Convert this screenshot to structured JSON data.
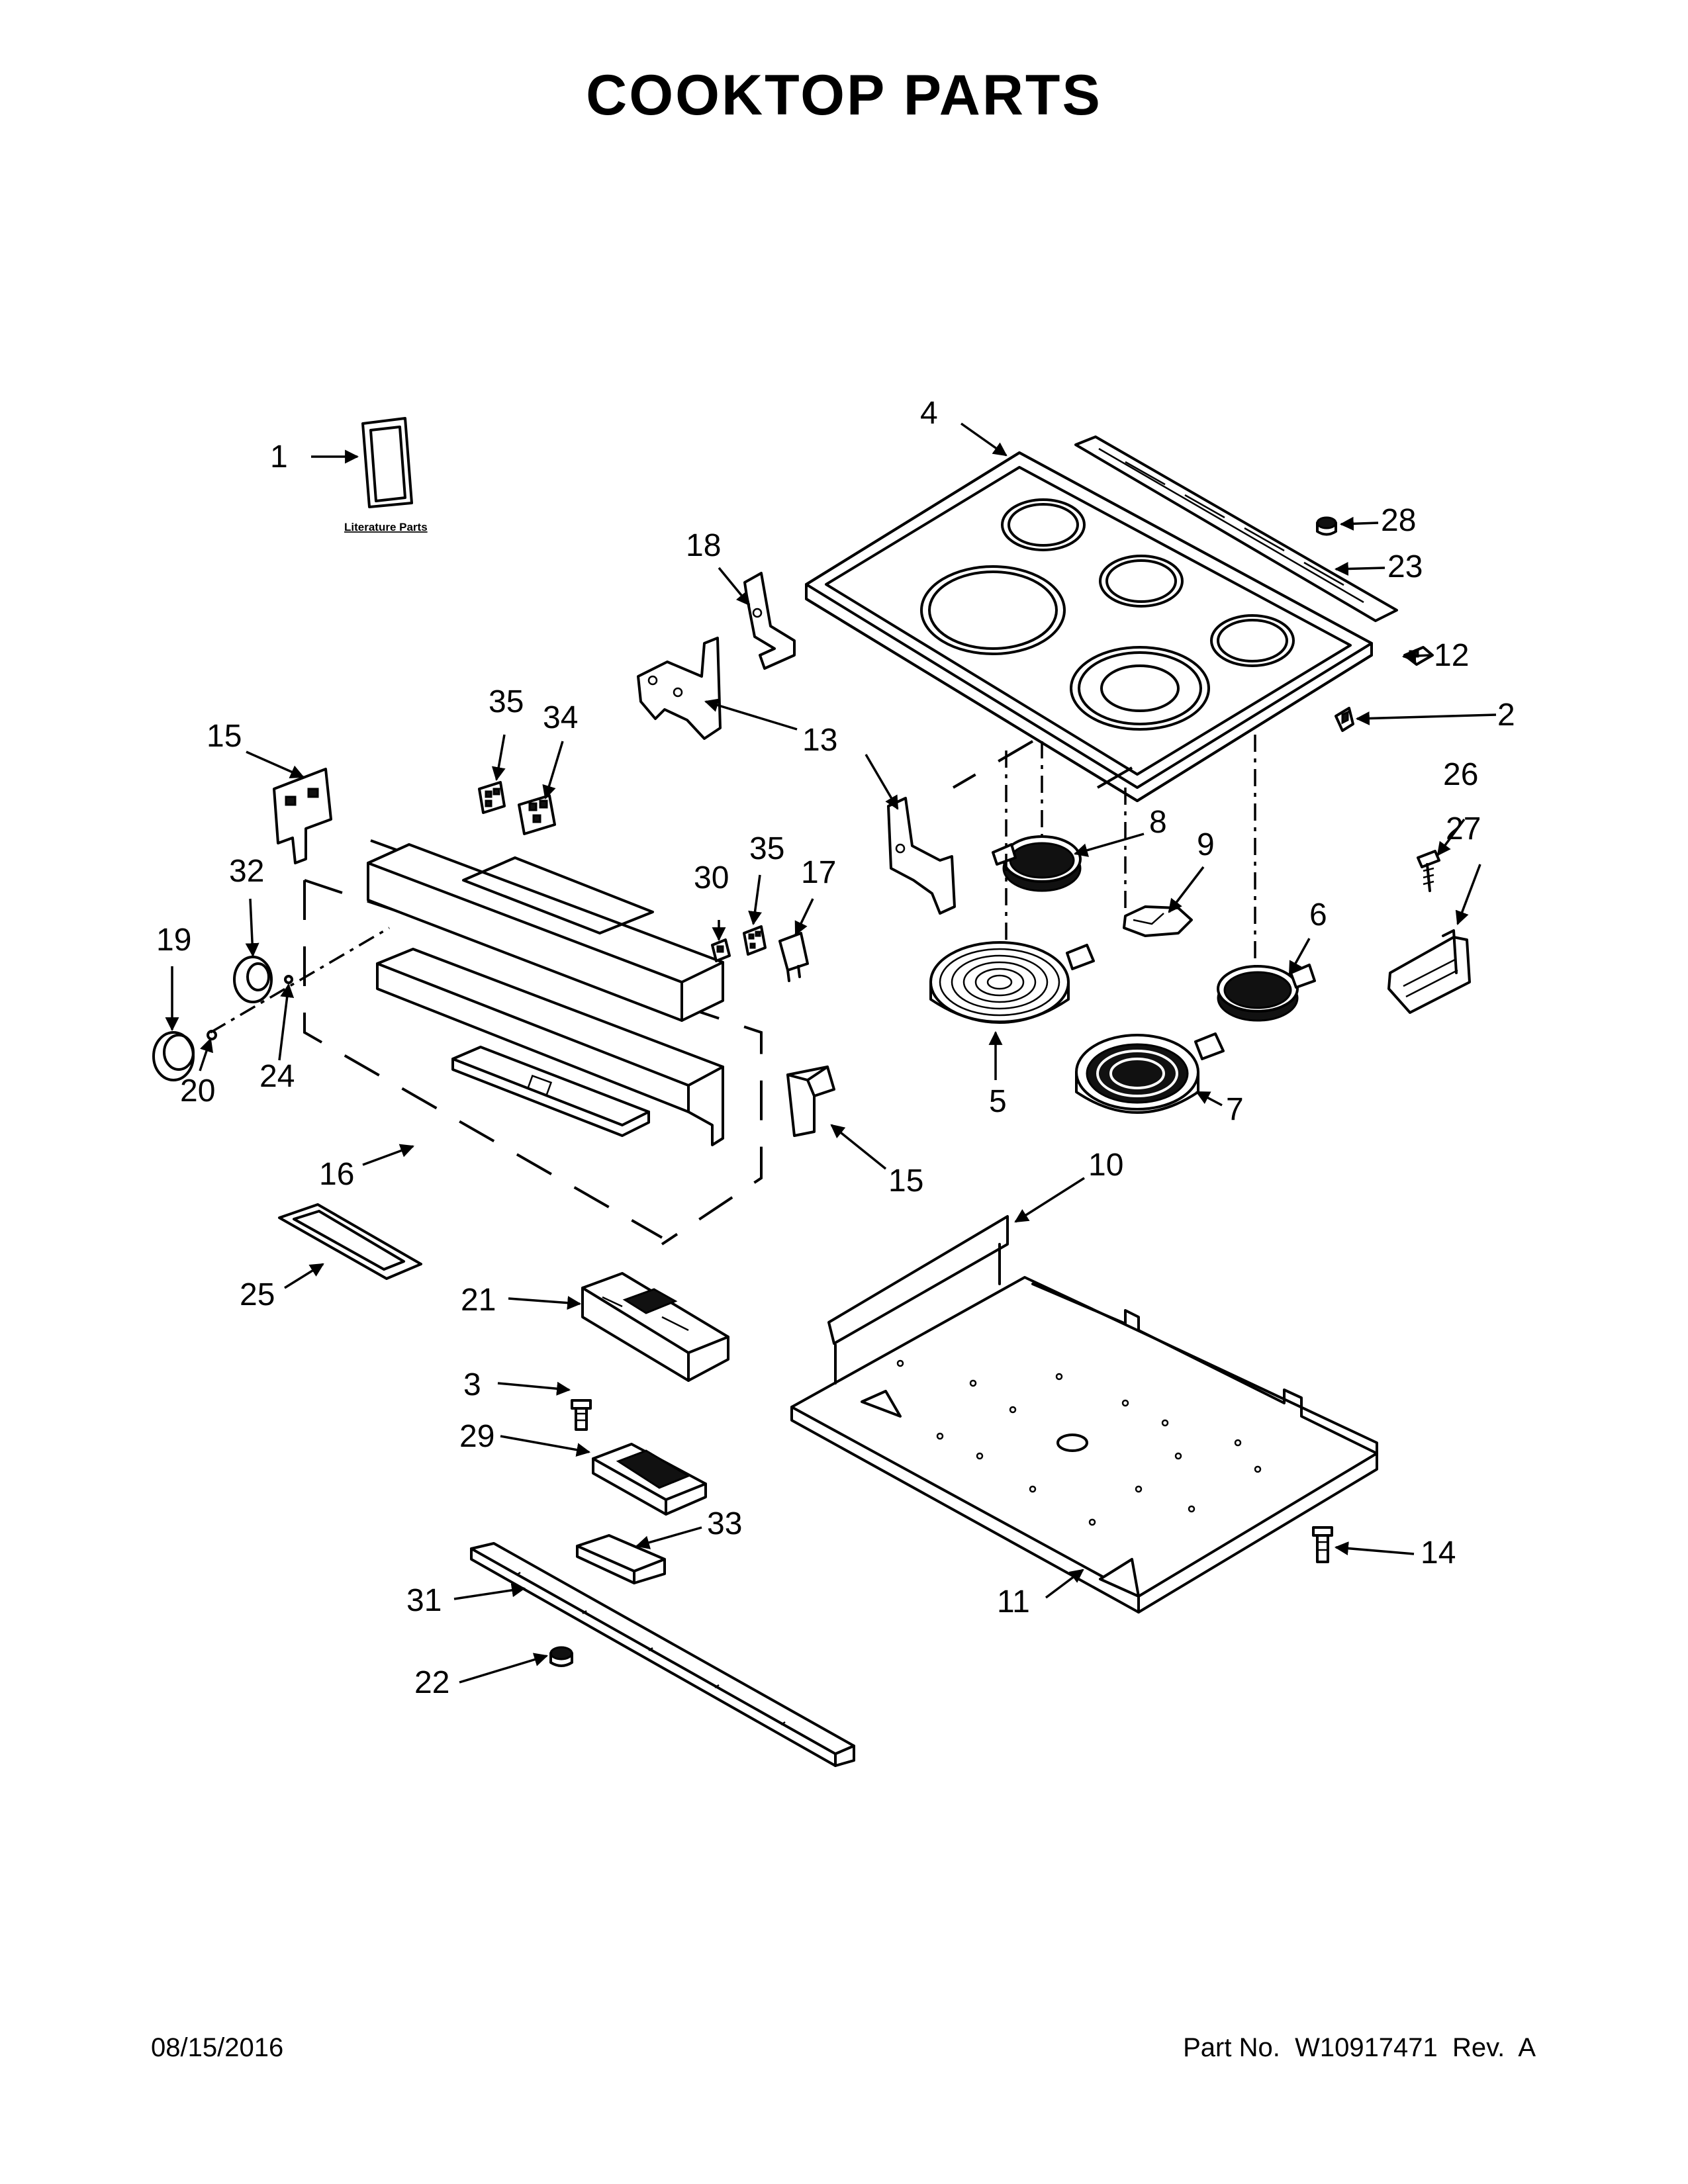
{
  "header": {
    "title": "COOKTOP PARTS"
  },
  "footer": {
    "date": "08/15/2016",
    "part_number": "Part No.  W10917471  Rev.  A"
  },
  "literature_label": "Literature Parts",
  "callouts": [
    {
      "id": "c1",
      "text": "1"
    },
    {
      "id": "c4",
      "text": "4"
    },
    {
      "id": "c28",
      "text": "28"
    },
    {
      "id": "c23",
      "text": "23"
    },
    {
      "id": "c18",
      "text": "18"
    },
    {
      "id": "c12",
      "text": "12"
    },
    {
      "id": "c35a",
      "text": "35"
    },
    {
      "id": "c34",
      "text": "34"
    },
    {
      "id": "c2",
      "text": "2"
    },
    {
      "id": "c15a",
      "text": "15"
    },
    {
      "id": "c13",
      "text": "13"
    },
    {
      "id": "c26",
      "text": "26"
    },
    {
      "id": "c27",
      "text": "27"
    },
    {
      "id": "c8",
      "text": "8"
    },
    {
      "id": "c9",
      "text": "9"
    },
    {
      "id": "c32",
      "text": "32"
    },
    {
      "id": "c35b",
      "text": "35"
    },
    {
      "id": "c30",
      "text": "30"
    },
    {
      "id": "c17",
      "text": "17"
    },
    {
      "id": "c19",
      "text": "19"
    },
    {
      "id": "c6",
      "text": "6"
    },
    {
      "id": "c24",
      "text": "24"
    },
    {
      "id": "c20",
      "text": "20"
    },
    {
      "id": "c5",
      "text": "5"
    },
    {
      "id": "c7",
      "text": "7"
    },
    {
      "id": "c16",
      "text": "16"
    },
    {
      "id": "c15b",
      "text": "15"
    },
    {
      "id": "c10",
      "text": "10"
    },
    {
      "id": "c25",
      "text": "25"
    },
    {
      "id": "c21",
      "text": "21"
    },
    {
      "id": "c3",
      "text": "3"
    },
    {
      "id": "c29",
      "text": "29"
    },
    {
      "id": "c33",
      "text": "33"
    },
    {
      "id": "c14",
      "text": "14"
    },
    {
      "id": "c31",
      "text": "31"
    },
    {
      "id": "c11",
      "text": "11"
    },
    {
      "id": "c22",
      "text": "22"
    }
  ]
}
